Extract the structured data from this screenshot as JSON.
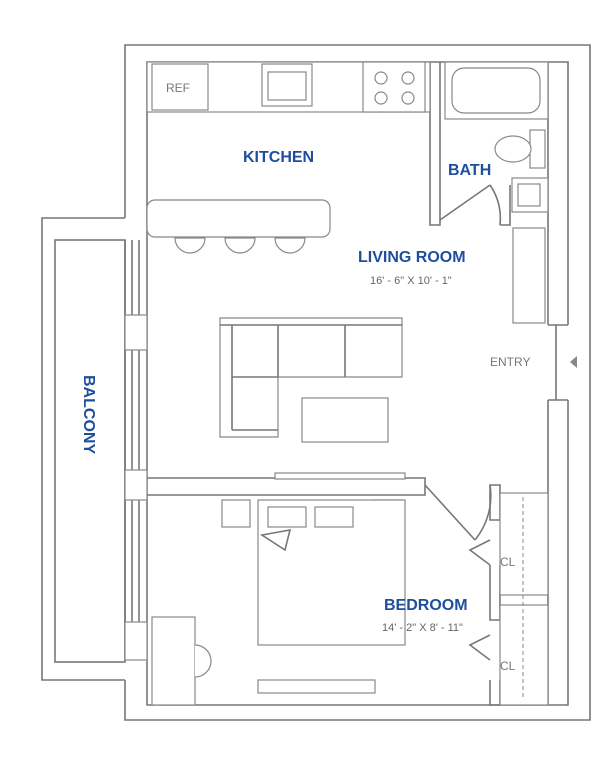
{
  "rooms": {
    "kitchen": {
      "name": "KITCHEN"
    },
    "bath": {
      "name": "BATH"
    },
    "living": {
      "name": "LIVING ROOM",
      "dimensions": "16' - 6\" X 10' - 1\""
    },
    "bedroom": {
      "name": "BEDROOM",
      "dimensions": "14' - 2\" X 8' - 11\""
    },
    "balcony": {
      "name": "BALCONY"
    }
  },
  "labels": {
    "ref": "REF",
    "entry": "ENTRY",
    "closet1": "CL",
    "closet2": "CL"
  },
  "colors": {
    "room_label": "#1e4e9c",
    "wall": "#777777"
  }
}
